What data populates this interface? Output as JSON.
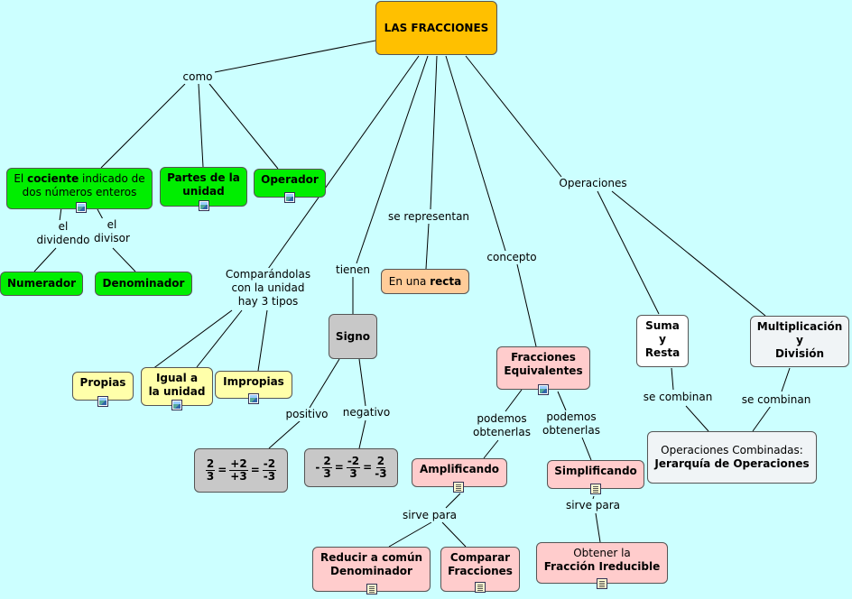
{
  "root": {
    "title": "LAS FRACCIONES"
  },
  "links": {
    "como": "como",
    "el_dividendo": [
      "el",
      "dividendo"
    ],
    "el_divisor": [
      "el",
      "divisor"
    ],
    "comparandolas": [
      "Comparándolas",
      "con la unidad",
      "hay 3 tipos"
    ],
    "tienen": "tienen",
    "se_representan": "se representan",
    "concepto": "concepto",
    "operaciones": "Operaciones",
    "positivo": "positivo",
    "negativo": "negativo",
    "podemos_obtenerlas_1": [
      "podemos",
      "obtenerlas"
    ],
    "podemos_obtenerlas_2": [
      "podemos",
      "obtenerlas"
    ],
    "sirve_para_1": "sirve para",
    "sirve_para_2": "sirve para",
    "se_combinan_1": "se combinan",
    "se_combinan_2": "se combinan"
  },
  "nodes": {
    "cociente": {
      "prefix": "El ",
      "bold": "cociente",
      "suffix": " indicado de",
      "line2": "dos números enteros"
    },
    "partes": {
      "line1": "Partes de la",
      "line2": "unidad"
    },
    "operador": {
      "text": "Operador"
    },
    "numerador": {
      "text": "Numerador"
    },
    "denominador": {
      "text": "Denominador"
    },
    "propias": {
      "text": "Propias"
    },
    "igual_unidad": {
      "line1": "Igual a",
      "line2": "la unidad"
    },
    "impropias": {
      "text": "Impropias"
    },
    "signo": {
      "text": "Signo"
    },
    "recta": {
      "prefix": "En una ",
      "bold": "recta"
    },
    "equivalentes": {
      "line1": "Fracciones",
      "line2": "Equivalentes"
    },
    "suma_resta": {
      "line1": "Suma",
      "line2": "y",
      "line3": "Resta"
    },
    "mult_div": {
      "line1": "Multiplicación",
      "line2": "y",
      "line3": "División"
    },
    "combinadas": {
      "line1": "Operaciones Combinadas:",
      "line2": "Jerarquía de Operaciones"
    },
    "amplificando": {
      "text": "Amplificando"
    },
    "simplificando": {
      "text": "Simplificando"
    },
    "reducir": {
      "line1": "Reducir a común",
      "line2": "Denominador"
    },
    "comparar": {
      "line1": "Comparar",
      "line2": "Fracciones"
    },
    "irreducible": {
      "line1": "Obtener la",
      "line2": "Fracción Ireducible"
    }
  },
  "equations": {
    "positivo": {
      "a_num": "2",
      "a_den": "3",
      "eq1": "=",
      "b_num": "+2",
      "b_den": "+3",
      "eq2": "=",
      "c_num": "-2",
      "c_den": "-3"
    },
    "negativo": {
      "lead": "-",
      "a_num": "2",
      "a_den": "3",
      "eq1": "=",
      "b_num": "-2",
      "b_den": "3",
      "eq2": "=",
      "c_num": "2",
      "c_den": "-3"
    }
  },
  "icons": {
    "image": "image-icon",
    "document": "document-icon"
  },
  "colors": {
    "background": "#ccffff",
    "root": "#ffc000",
    "green": "#00ee00",
    "yellow": "#ffffaa",
    "pink": "#ffcccc",
    "peach": "#ffcc99",
    "gray": "#c8c8c8"
  }
}
